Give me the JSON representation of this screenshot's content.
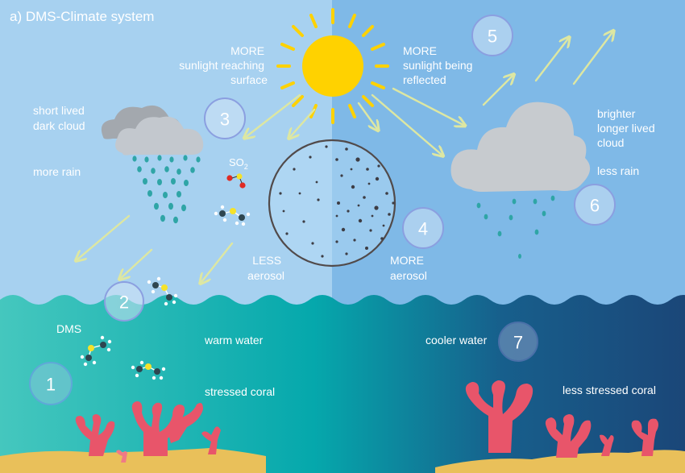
{
  "title": "a) DMS-Climate system",
  "labels": {
    "more_sunlight_surface": [
      "MORE",
      "sunlight reaching",
      "surface"
    ],
    "more_sunlight_reflected": [
      "MORE",
      "sunlight being",
      "reflected"
    ],
    "short_lived_cloud": [
      "short lived",
      "dark cloud"
    ],
    "more_rain": "more rain",
    "so2": "SO",
    "so2_sub": "2",
    "less_aerosol": [
      "LESS",
      "aerosol"
    ],
    "more_aerosol": [
      "MORE",
      "aerosol"
    ],
    "brighter_cloud": [
      "brighter",
      "longer lived",
      "cloud"
    ],
    "less_rain": "less rain",
    "dms": "DMS",
    "warm_water": "warm water",
    "stressed_coral": "stressed coral",
    "cooler_water": "cooler water",
    "less_stressed_coral": "less stressed coral"
  },
  "badges": [
    "1",
    "2",
    "3",
    "4",
    "5",
    "6",
    "7"
  ],
  "colors": {
    "sky_left": "#a8d3f1",
    "sky_right": "#7db8e8",
    "sea_left": "#3fc4bc",
    "sea_mid": "#0aa9ad",
    "sea_right": "#1a4c7e",
    "sun": "#ffd200",
    "cloud_dark": "#a9aeb4",
    "cloud_light": "#c9cdd2",
    "rain": "#2fa4a4",
    "coral": "#e8556a",
    "sand": "#e8c15a",
    "arrow": "#dde7a2"
  }
}
